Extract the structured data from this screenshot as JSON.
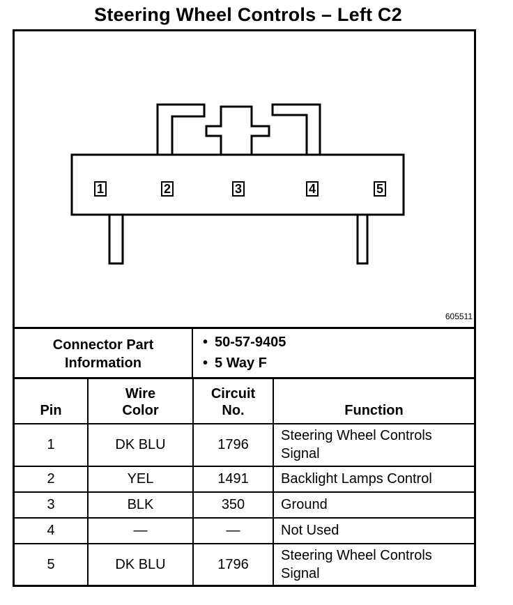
{
  "title": "Steering Wheel Controls – Left C2",
  "diagram": {
    "figure_id": "605511",
    "pins": [
      "1",
      "2",
      "3",
      "4",
      "5"
    ]
  },
  "connector_info": {
    "label": "Connector Part Information",
    "items": [
      "50-57-9405",
      "5 Way F"
    ]
  },
  "table": {
    "headers": {
      "pin": "Pin",
      "wire_color": "Wire Color",
      "circuit": "Circuit No.",
      "function": "Function"
    },
    "rows": [
      {
        "pin": "1",
        "wire_color": "DK BLU",
        "circuit": "1796",
        "function": "Steering Wheel Controls Signal"
      },
      {
        "pin": "2",
        "wire_color": "YEL",
        "circuit": "1491",
        "function": "Backlight Lamps Control"
      },
      {
        "pin": "3",
        "wire_color": "BLK",
        "circuit": "350",
        "function": "Ground"
      },
      {
        "pin": "4",
        "wire_color": "—",
        "circuit": "—",
        "function": "Not Used"
      },
      {
        "pin": "5",
        "wire_color": "DK BLU",
        "circuit": "1796",
        "function": "Steering Wheel Controls Signal"
      }
    ]
  }
}
